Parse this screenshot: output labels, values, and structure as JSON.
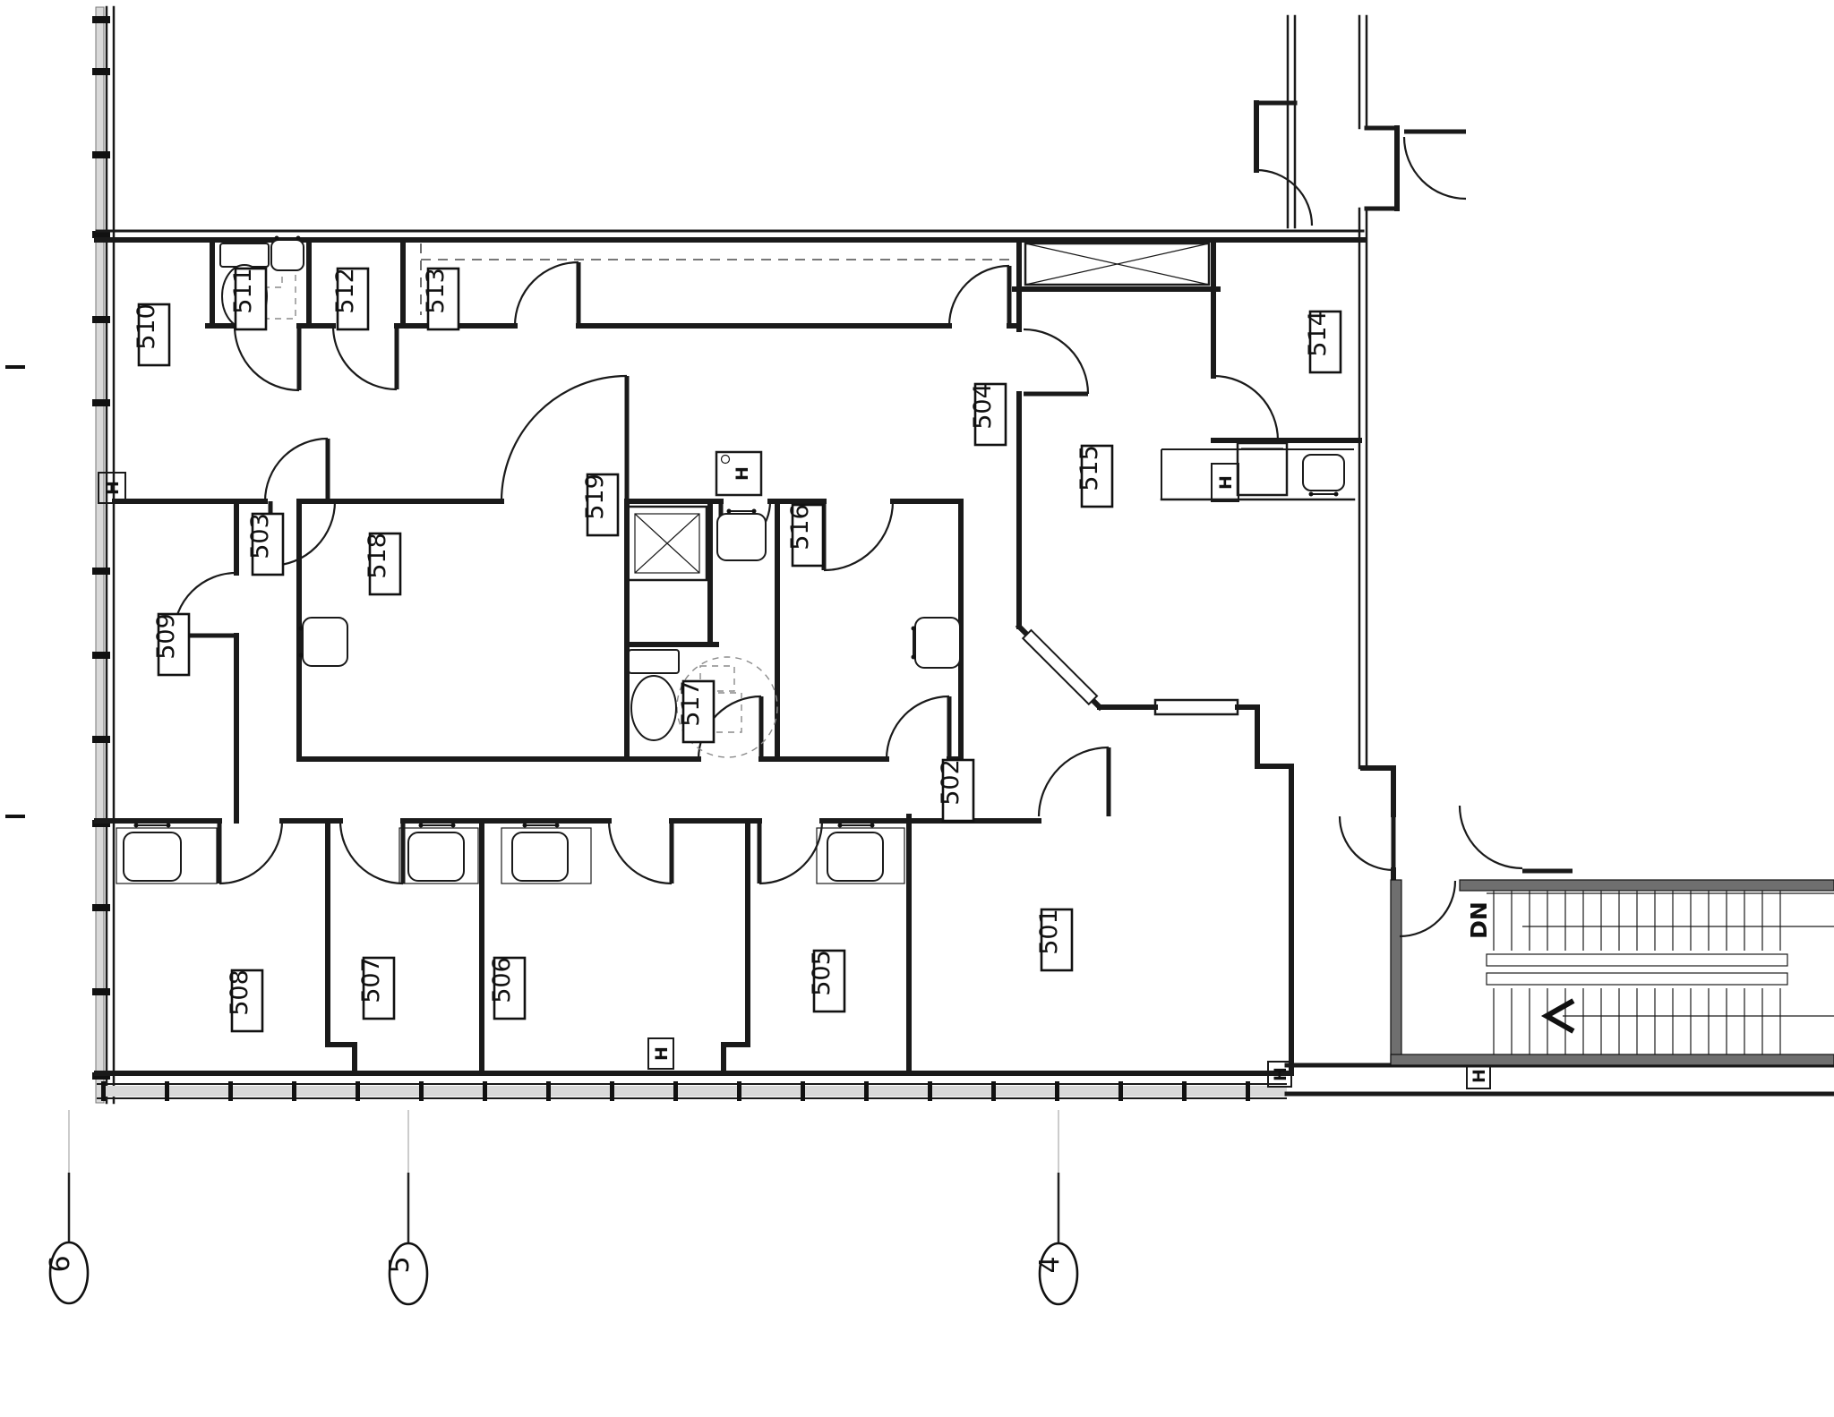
{
  "colors": {
    "line": "#1a1a1a",
    "stair_wall_gray": "#6f6f6f",
    "curtain_gray": "#d9d9d9",
    "leader_gray": "#aaaaaa"
  },
  "rooms": {
    "r501": "501",
    "r502": "502",
    "r503": "503",
    "r504": "504",
    "r505": "505",
    "r506": "506",
    "r507": "507",
    "r508": "508",
    "r509": "509",
    "r510": "510",
    "r511": "511",
    "r512": "512",
    "r513": "513",
    "r514": "514",
    "r515": "515",
    "r516": "516",
    "r517": "517",
    "r518": "518",
    "r519": "519"
  },
  "grid_bubbles": [
    "6",
    "5",
    "4"
  ],
  "stair": {
    "down_label": "DN"
  },
  "symbols": {
    "column": "H"
  }
}
